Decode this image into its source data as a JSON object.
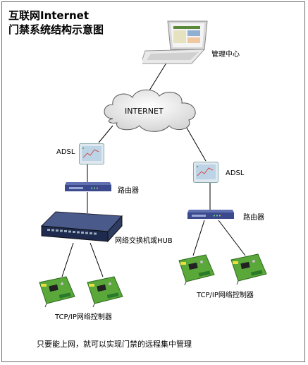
{
  "title": {
    "line1": "互联网Internet",
    "line2": "门禁系统结构示意图"
  },
  "labels": {
    "management_center": "管理中心",
    "internet": "INTERNET",
    "adsl_left": "ADSL",
    "adsl_right": "ADSL",
    "router_left": "路由器",
    "router_right": "路由器",
    "switch": "网络交换机或HUB",
    "controllers_left": "TCP/IP网络控制器",
    "controllers_right": "TCP/IP网络控制器"
  },
  "footer": "只要能上网，就可以实现门禁的远程集中管理",
  "colors": {
    "router_body": "#3a4a8c",
    "switch_body": "#2a3a6a",
    "board_green": "#5aa83a",
    "modem_screen": "#bcd4e6"
  }
}
